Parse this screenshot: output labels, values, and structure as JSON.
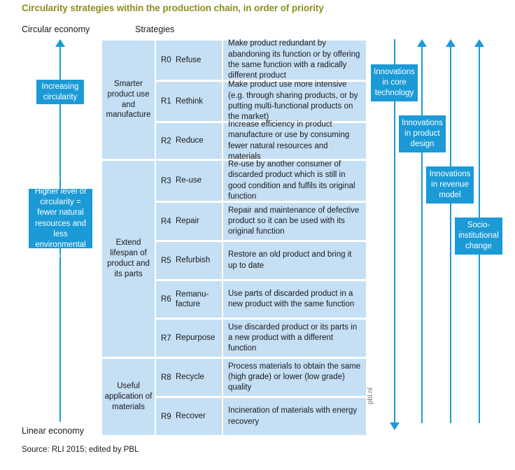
{
  "title": "Circularity strategies within the production chain, in order of priority",
  "source": "Source: RLI 2015; edited by PBL",
  "watermark": "pbl.nl",
  "axis": {
    "top_label": "Circular economy",
    "bottom_label": "Linear economy",
    "strategies_label": "Strategies",
    "increasing_box": "Increasing circularity",
    "rule_of_thumb_box": "Rule of thumb: Higher level of circularity = fewer natural resources and less environmental pressure"
  },
  "colors": {
    "accent_blue": "#1b9ad6",
    "table_fill": "#c5dff5",
    "title_olive": "#8a8f1e",
    "text_dark": "#1a1a1a"
  },
  "groups": [
    {
      "label": "Smarter product use and manufacture"
    },
    {
      "label": "Extend lifespan of product and its parts"
    },
    {
      "label": "Useful application of materials"
    }
  ],
  "strategies": [
    {
      "code": "R0",
      "name": "Refuse",
      "desc": "Make product redundant by abandoning its function or by offering the same function with a radically different product"
    },
    {
      "code": "R1",
      "name": "Rethink",
      "desc": "Make product use more intensive (e.g. through sharing products, or by putting multi-functional products on the market)"
    },
    {
      "code": "R2",
      "name": "Reduce",
      "desc": "Increase efficiency in product manufacture  or use by consuming fewer natural resources and materials"
    },
    {
      "code": "R3",
      "name": "Re-use",
      "desc": "Re-use by another consumer of discarded product which is still in good condition and fulfils its original function"
    },
    {
      "code": "R4",
      "name": "Repair",
      "desc": "Repair and maintenance of defective product so it can be used with its original function"
    },
    {
      "code": "R5",
      "name": "Refurbish",
      "desc": "Restore an old product and bring it up to date"
    },
    {
      "code": "R6",
      "name": "Remanu-facture",
      "desc": "Use parts of discarded product in a new product with the same function"
    },
    {
      "code": "R7",
      "name": "Repurpose",
      "desc": "Use discarded product or its parts in a new product with a different function"
    },
    {
      "code": "R8",
      "name": "Recycle",
      "desc": "Process materials to obtain the same (high grade) or lower (low grade) quality"
    },
    {
      "code": "R9",
      "name": "Recover",
      "desc": "Incineration of materials with energy recovery"
    }
  ],
  "drivers": [
    {
      "label": "Innovations in core technology",
      "direction": "down"
    },
    {
      "label": "Innovations in product design",
      "direction": "up"
    },
    {
      "label": "Innovations in revenue model",
      "direction": "up"
    },
    {
      "label": "Socio-institutional change",
      "direction": "up"
    }
  ]
}
